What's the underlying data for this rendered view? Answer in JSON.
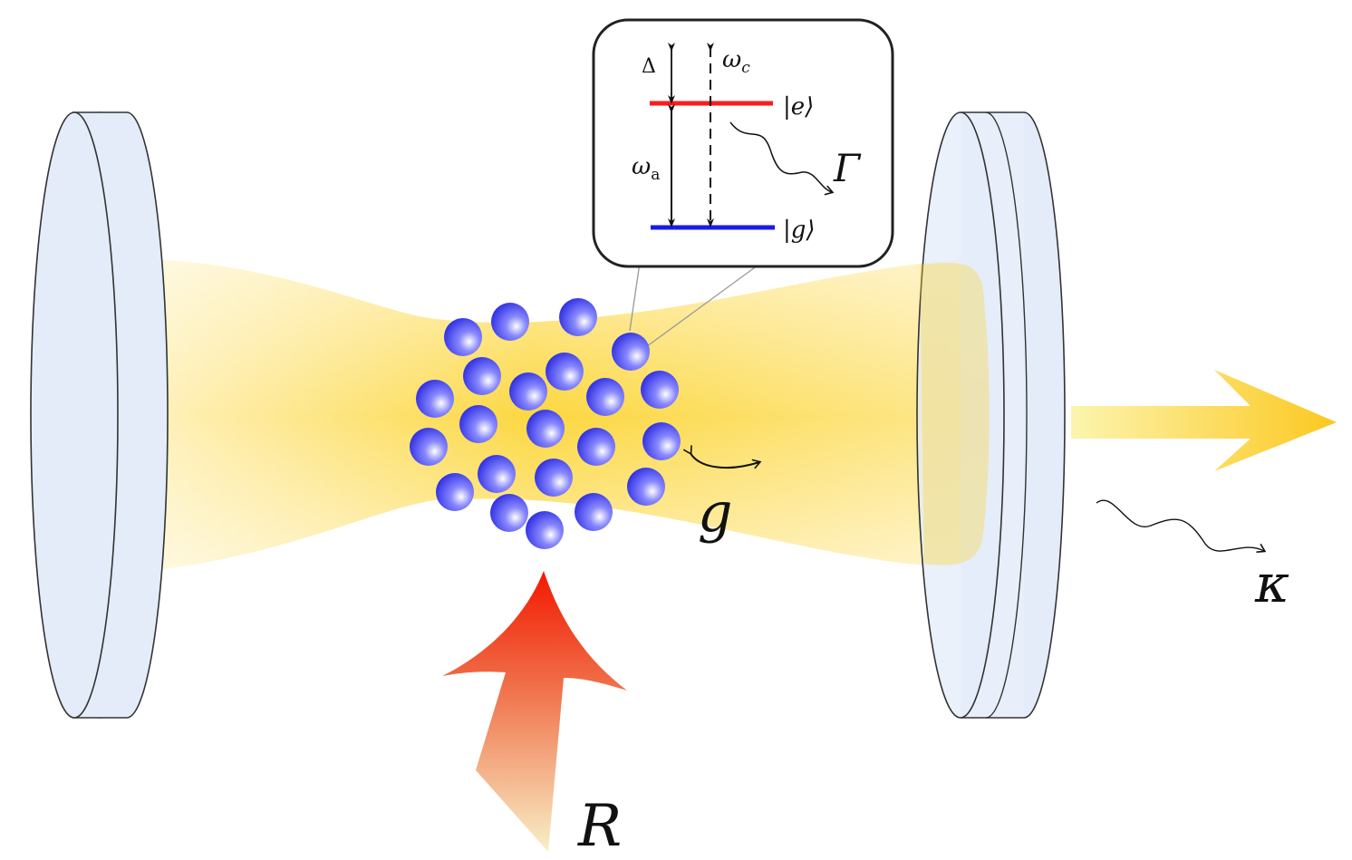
{
  "diagram": {
    "labels": {
      "pump_rate": "R",
      "coupling": "g",
      "cavity_loss": "κ",
      "atom_decay": "Γ"
    },
    "inset": {
      "detuning": "Δ",
      "cavity_freq": "ω",
      "cavity_freq_sub": "c",
      "atom_freq": "ω",
      "atom_freq_sub": "a",
      "excited_state": "|e⟩",
      "ground_state": "|g⟩"
    },
    "colors": {
      "excited_level": "#ff1a1a",
      "ground_level": "#1a1aee",
      "beam": "#fcd535",
      "mirror_fill": "#e4ecfa",
      "atom": "#3a3aee",
      "pump_arrow": "#f22000"
    }
  }
}
